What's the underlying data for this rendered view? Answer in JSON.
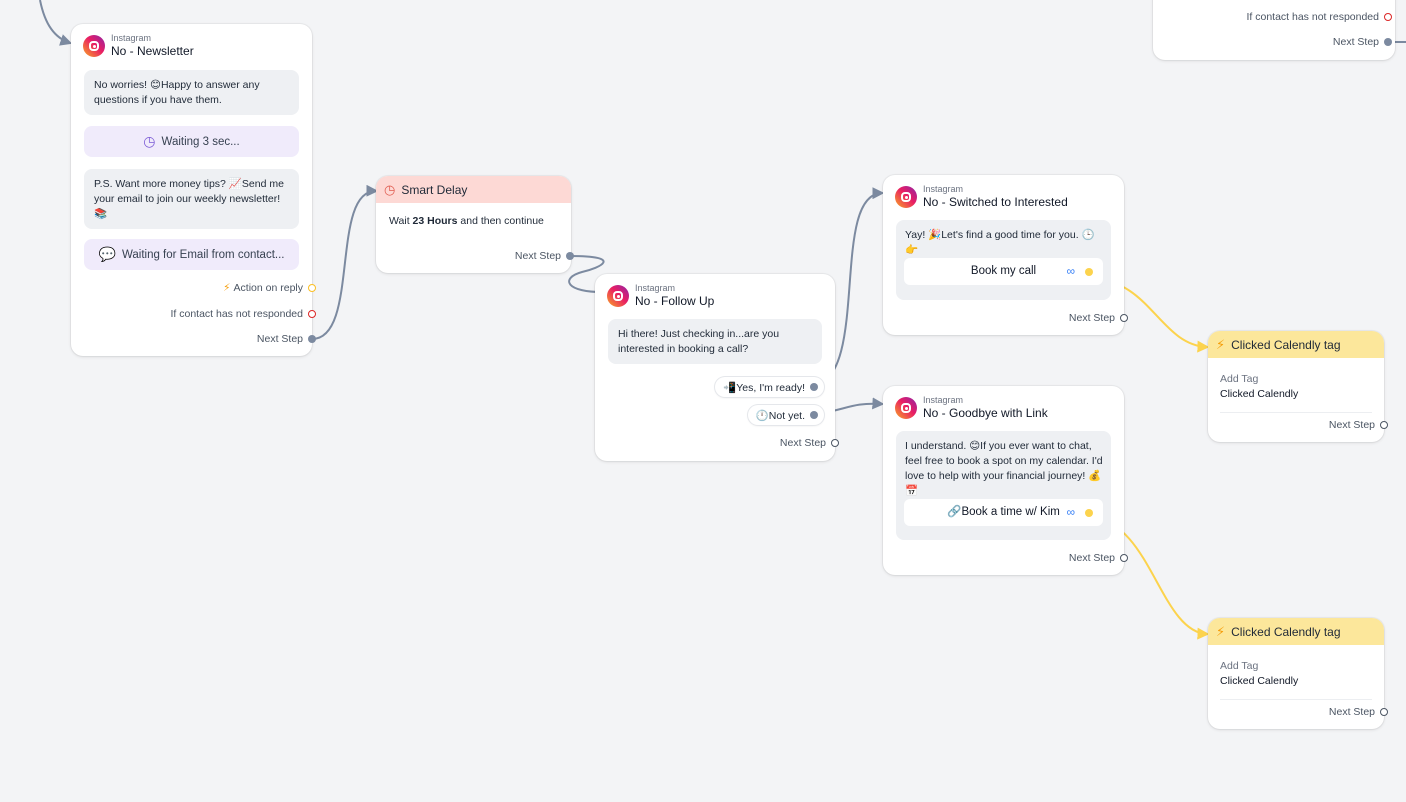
{
  "colors": {
    "canvas": "#f3f4f6",
    "connector_gray": "#7c8aa0",
    "connector_yellow": "#fcd34d",
    "smart_delay_header": "#fdd9d5",
    "tag_header": "#fce79b",
    "wait_pill": "#f0ebfb",
    "instagram_gradient": "#e91e63"
  },
  "top_partial_card": {
    "not_responded_label": "If contact has not responded",
    "next_step_label": "Next Step"
  },
  "newsletter_card": {
    "platform": "Instagram",
    "title": "No - Newsletter",
    "message1": "No worries! 😊Happy to answer any questions if you have them.",
    "wait_label": "Waiting 3 sec...",
    "message2": "P.S. Want more money tips? 📈Send me your email to join our weekly newsletter! 📚",
    "email_wait_label": "Waiting for Email from contact...",
    "action_on_reply": "Action on reply",
    "not_responded": "If contact has not responded",
    "next_step": "Next Step"
  },
  "smart_delay": {
    "title": "Smart Delay",
    "text_before": "Wait ",
    "duration": "23 Hours",
    "text_after": " and then continue",
    "next_step": "Next Step"
  },
  "follow_up_card": {
    "platform": "Instagram",
    "title": "No - Follow Up",
    "message": "Hi there! Just checking in...are you interested in booking a call?",
    "option1": "📲Yes, I'm ready!",
    "option2": "🕛Not yet.",
    "next_step": "Next Step"
  },
  "interested_card": {
    "platform": "Instagram",
    "title": "No - Switched to Interested",
    "message": "Yay! 🎉Let's find a good time for you. 🕒👉",
    "button_label": "Book my call",
    "next_step": "Next Step"
  },
  "goodbye_card": {
    "platform": "Instagram",
    "title": "No - Goodbye with Link",
    "message": "I understand. 😊If you ever want to chat, feel free to book a spot on my calendar. I'd love to help with your financial journey! 💰📅",
    "button_label": "🔗Book a time w/ Kim",
    "next_step": "Next Step"
  },
  "tag_card_1": {
    "title": "Clicked Calendly tag",
    "action": "Add Tag",
    "tag": "Clicked Calendly",
    "next_step": "Next Step"
  },
  "tag_card_2": {
    "title": "Clicked Calendly tag",
    "action": "Add Tag",
    "tag": "Clicked Calendly",
    "next_step": "Next Step"
  }
}
